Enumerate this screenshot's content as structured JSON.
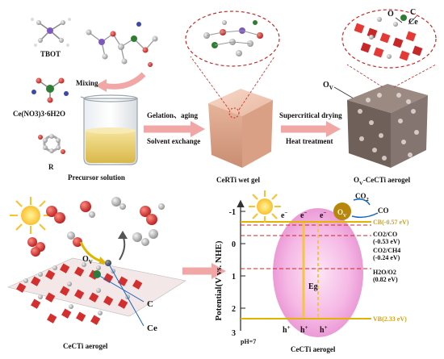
{
  "top": {
    "tbot": "TBOT",
    "ce_salt": "Ce(NO3)3·6H2O",
    "r": "R",
    "mixing": "Mixing",
    "precursor": "Precursor solution",
    "step1_a": "Gelation、aging",
    "step1_b": "Solvent exchange",
    "wet_gel": "CeRTi wet gel",
    "step2_a": "Supercritical drying",
    "step2_b": "Heat treatment",
    "ov": "O",
    "ov_sub": "V",
    "aerogel_prefix": "O",
    "aerogel_sub": "V",
    "aerogel_suffix": "-CeCTi aerogel",
    "zoom_o": "O",
    "zoom_c": "C",
    "zoom_ce": "Ce"
  },
  "bottom_left": {
    "ov": "O",
    "ov_sub": "V",
    "c": "C",
    "ce": "Ce",
    "caption": "CeCTi aerogel"
  },
  "band": {
    "ylabel": "Potential(V vs. NHE)",
    "ticks": [
      "-1",
      "0",
      "1",
      "2",
      "3"
    ],
    "ph": "pH=7",
    "eg": "Eg",
    "caption": "CeCTi aerogel",
    "co2": "CO",
    "co2_sub": "2",
    "co": "CO",
    "ov": "O",
    "ov_sub": "V",
    "electron": "e",
    "hole": "h",
    "levels": [
      {
        "label": "CB(-0.57 eV)",
        "color": "#d4a017"
      },
      {
        "label": "CO2/CO",
        "sub": "(-0.53 eV)",
        "color": "#333333"
      },
      {
        "label": "CO2/CH4",
        "sub": "(-0.24 eV)",
        "color": "#333333"
      },
      {
        "label": "H2O/O2",
        "sub": "(0.82 eV)",
        "color": "#333333"
      },
      {
        "label": "VB(2.33 eV)",
        "color": "#d4a017"
      }
    ]
  },
  "colors": {
    "arrow": "#f2a7a7",
    "dashed": "#c62828",
    "band_yellow": "#e0b400",
    "fill_pink": "#f7bde8"
  }
}
